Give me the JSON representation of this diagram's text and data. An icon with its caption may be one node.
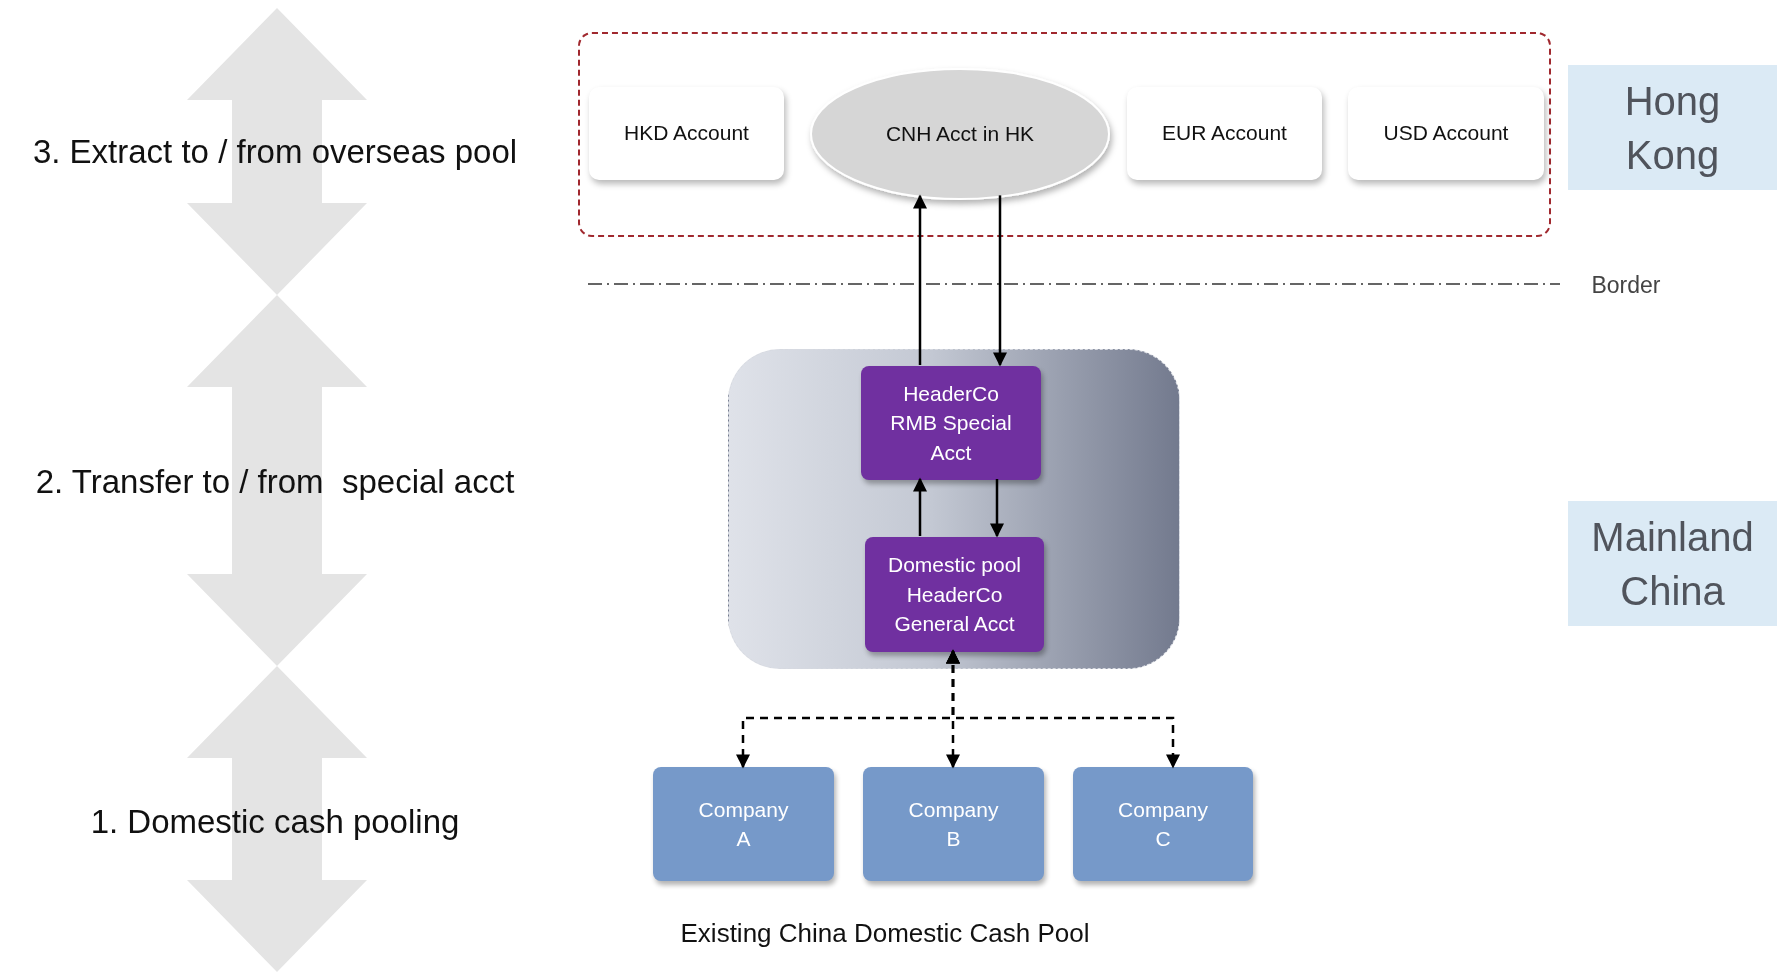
{
  "diagram": {
    "caption": "Existing China Domestic Cash Pool",
    "nodes": [
      {
        "text": [],
        "shape": "box"
      },
      {
        "text": [
          "HKD Account"
        ],
        "in": 0
      },
      {
        "text": [
          "CNH Acct in HK"
        ],
        "in": 0
      },
      {
        "text": [
          "EUR Account"
        ],
        "in": 0
      },
      {
        "text": [
          "USD Account"
        ],
        "in": 0
      },
      {
        "text": [],
        "shape": "box"
      },
      {
        "text": [
          "HeaderCo RMB Special Acct"
        ],
        "in": 5
      },
      {
        "text": [
          "Domestic pool HeaderCo General Acct"
        ],
        "in": 5
      },
      {
        "text": [
          "Company A"
        ]
      },
      {
        "text": [
          "Company B"
        ]
      },
      {
        "text": [
          "Company C"
        ]
      },
      {
        "text": [
          "Hong Kong"
        ]
      },
      {
        "text": [
          "Mainland China"
        ]
      }
    ],
    "edges": [
      {
        "from": 6,
        "to": 2,
        "arrow": "to"
      },
      {
        "from": 2,
        "to": 6,
        "arrow": "to"
      },
      {
        "from": 7,
        "to": 6,
        "arrow": "to"
      },
      {
        "from": 6,
        "to": 7,
        "arrow": "to"
      },
      {
        "from": 7,
        "to": 8,
        "arrow": "both",
        "style": "dashed"
      },
      {
        "from": 7,
        "to": 9,
        "arrow": "both",
        "style": "dashed"
      },
      {
        "from": 7,
        "to": 10,
        "arrow": "both",
        "style": "dashed"
      }
    ],
    "labels": [
      "3. Extract to / from overseas pool",
      "Border",
      "2. Transfer to / from  special acct",
      "1. Domestic cash pooling"
    ]
  }
}
